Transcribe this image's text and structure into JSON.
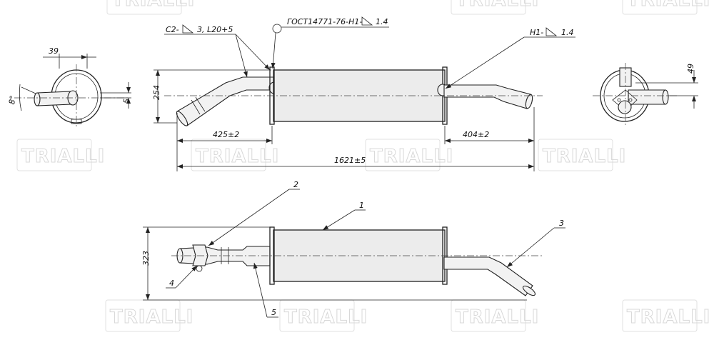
{
  "watermark": "TRIALLI",
  "annotations": {
    "weld_c2": "C2-",
    "weld_c2_value": "3, L20+5",
    "gost": "ГОСТ14771-76-Н1-",
    "gost_value": "1.4",
    "weld_h1": "Н1-",
    "weld_h1_value": "1.4"
  },
  "dimensions": {
    "width_39": "39",
    "angle_8": "8°",
    "offset_5": "5",
    "height_254": "254",
    "len_425": "425±2",
    "len_404": "404±2",
    "len_1621": "1621±5",
    "height_49": "49",
    "height_323": "323"
  },
  "callouts": {
    "c1": "1",
    "c2": "2",
    "c3": "3",
    "c4": "4",
    "c5": "5"
  }
}
